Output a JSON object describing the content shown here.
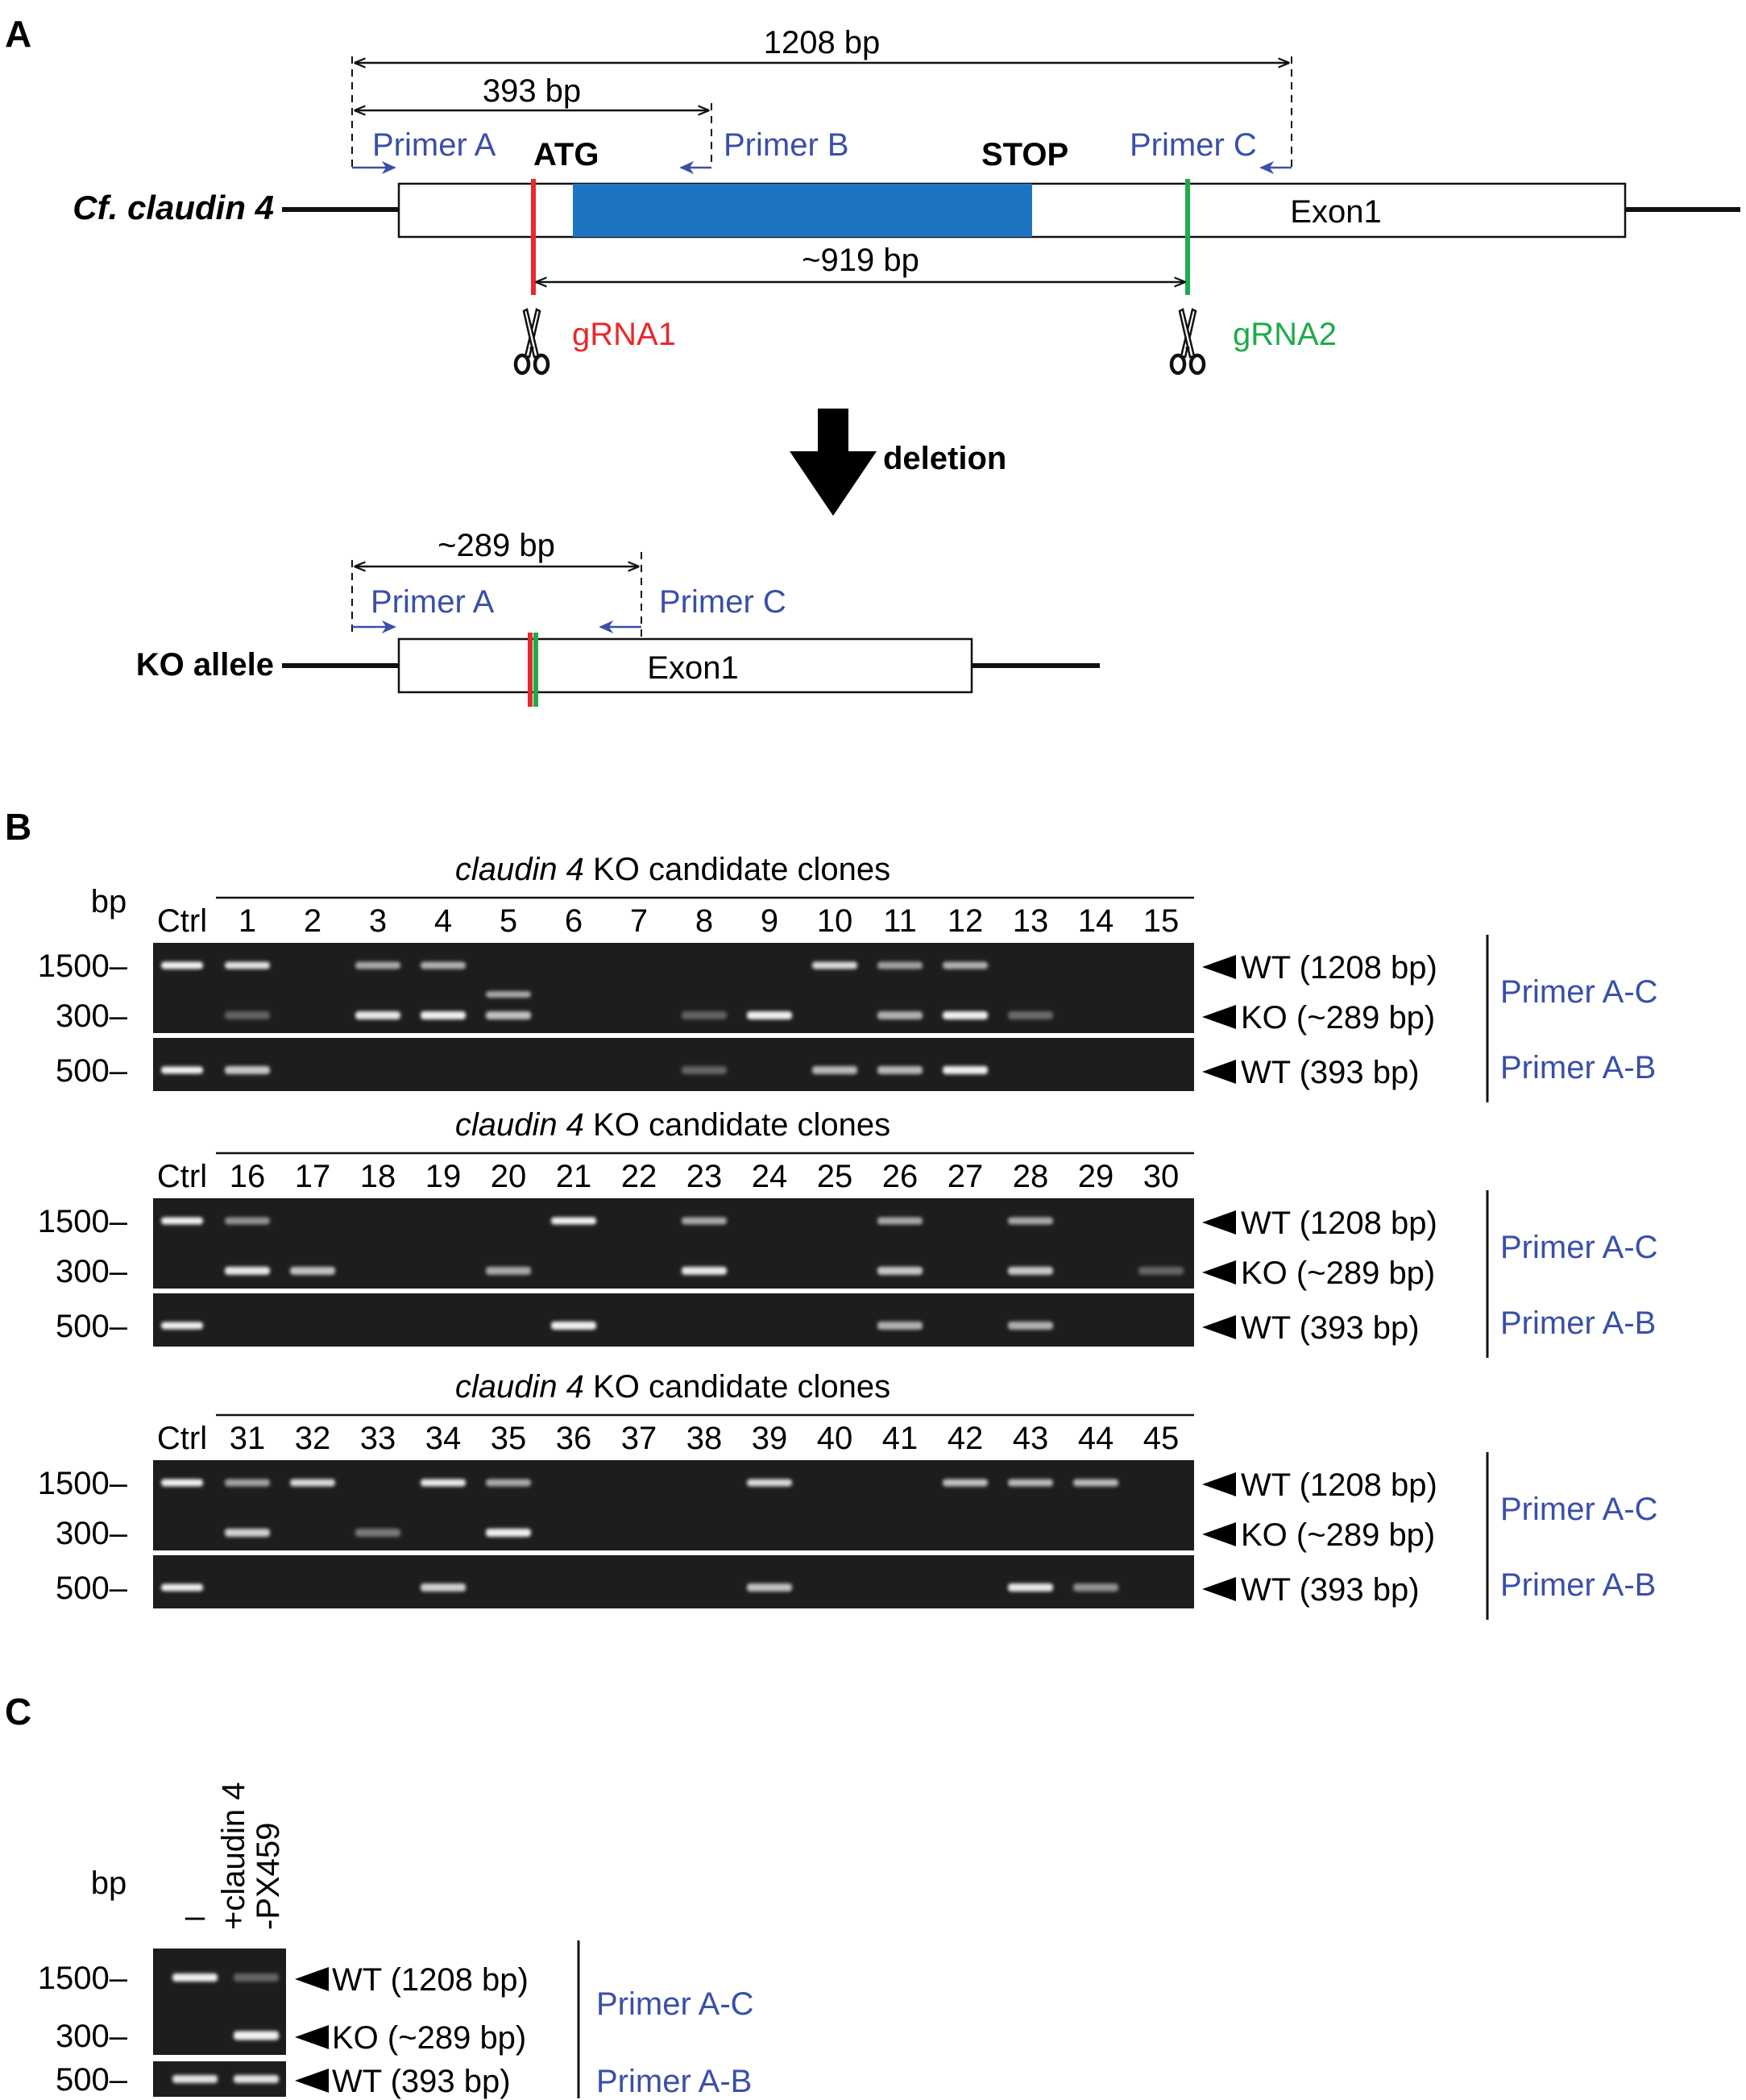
{
  "colors": {
    "primer_blue": "#3a4fa8",
    "cds_blue": "#1f74c2",
    "grna1_red": "#e8292c",
    "grna2_green": "#1eab4b",
    "gel_bg": "#1d1d1d",
    "band": "#f0f0f0"
  },
  "panelA": {
    "letter": "A",
    "gene_label": "Cf. claudin 4",
    "ko_label": "KO allele",
    "exon": "Exon1",
    "atg": "ATG",
    "stop": "STOP",
    "primer_a": "Primer A",
    "primer_b": "Primer B",
    "primer_c": "Primer C",
    "dim_1208": "1208 bp",
    "dim_393": "393 bp",
    "dim_919": "~919 bp",
    "dim_289": "~289 bp",
    "grna1": "gRNA1",
    "grna2": "gRNA2",
    "deletion": "deletion",
    "scissors_icon": "scissors-icon",
    "arrow_icon": "down-arrow-icon"
  },
  "panelB": {
    "letter": "B",
    "bp": "bp",
    "header_italic": "claudin 4",
    "header_rest": " KO candidate clones",
    "ctrl": "Ctrl",
    "groups": [
      {
        "lanes": [
          "1",
          "2",
          "3",
          "4",
          "5",
          "6",
          "7",
          "8",
          "9",
          "10",
          "11",
          "12",
          "13",
          "14",
          "15"
        ],
        "ac_1500": [
          0.9,
          0,
          0.55,
          0.6,
          0,
          0,
          0,
          0,
          0,
          0.85,
          0.5,
          0.6,
          0,
          0,
          0
        ],
        "ac_300": [
          0.1,
          0,
          0.95,
          1,
          0.7,
          0,
          0,
          0.1,
          1,
          0,
          0.6,
          1,
          0.15,
          0,
          0
        ],
        "ac_extra": [
          0,
          0,
          0,
          0,
          0.55,
          0,
          0,
          0,
          0,
          0,
          0,
          0,
          0,
          0,
          0
        ],
        "ab_500": [
          0.75,
          0,
          0,
          0,
          0,
          0,
          0,
          0.12,
          0,
          0.65,
          0.65,
          1,
          0,
          0,
          0
        ]
      },
      {
        "lanes": [
          "16",
          "17",
          "18",
          "19",
          "20",
          "21",
          "22",
          "23",
          "24",
          "25",
          "26",
          "27",
          "28",
          "29",
          "30"
        ],
        "ac_1500": [
          0.4,
          0,
          0,
          0,
          0,
          1,
          0,
          0.55,
          0,
          0,
          0.55,
          0,
          0.55,
          0,
          0
        ],
        "ac_300": [
          0.95,
          0.7,
          0,
          0,
          0.55,
          0,
          0,
          0.95,
          0,
          0,
          0.75,
          0,
          0.75,
          0,
          0.12
        ],
        "ac_extra": [
          0,
          0,
          0,
          0,
          0,
          0,
          0,
          0,
          0,
          0,
          0,
          0,
          0,
          0,
          0
        ],
        "ab_500": [
          0,
          0,
          0,
          0,
          0,
          1,
          0,
          0,
          0,
          0,
          0.6,
          0,
          0.6,
          0,
          0
        ]
      },
      {
        "lanes": [
          "31",
          "32",
          "33",
          "34",
          "35",
          "36",
          "37",
          "38",
          "39",
          "40",
          "41",
          "42",
          "43",
          "44",
          "45"
        ],
        "ac_1500": [
          0.5,
          0.85,
          0,
          0.95,
          0.55,
          0,
          0,
          0,
          0.85,
          0,
          0,
          0.7,
          0.65,
          0.65,
          0
        ],
        "ac_300": [
          0.8,
          0,
          0.25,
          0,
          1,
          0,
          0,
          0,
          0,
          0,
          0,
          0,
          0,
          0,
          0
        ],
        "ac_extra": [
          0,
          0,
          0,
          0,
          0,
          0,
          0,
          0,
          0,
          0,
          0,
          0,
          0,
          0,
          0
        ],
        "ab_500": [
          0,
          0,
          0,
          0.8,
          0,
          0,
          0,
          0,
          0.7,
          0,
          0,
          0,
          0.95,
          0.4,
          0
        ]
      }
    ],
    "ctrl_bands": {
      "ac_1500": 1,
      "ac_300": 0,
      "ab_500": 1
    },
    "markers": {
      "m1500": "1500",
      "m300": "300",
      "m500": "500"
    },
    "wt1208": "WT (1208 bp)",
    "ko289": "KO (~289 bp)",
    "wt393": "WT (393 bp)",
    "primer_ac": "Primer A-C",
    "primer_ab": "Primer A-B"
  },
  "panelC": {
    "letter": "C",
    "bp": "bp",
    "lane1": "–",
    "lane2_line1": "+claudin 4",
    "lane2_line2": "-PX459",
    "ac_1500": [
      1,
      0.12
    ],
    "ac_300": [
      0,
      1
    ],
    "ab_500": [
      0.9,
      0.9
    ],
    "markers": {
      "m1500": "1500",
      "m300": "300",
      "m500": "500"
    },
    "wt1208": "WT (1208 bp)",
    "ko289": "KO (~289 bp)",
    "wt393": "WT (393 bp)",
    "primer_ac": "Primer A-C",
    "primer_ab": "Primer A-B"
  }
}
